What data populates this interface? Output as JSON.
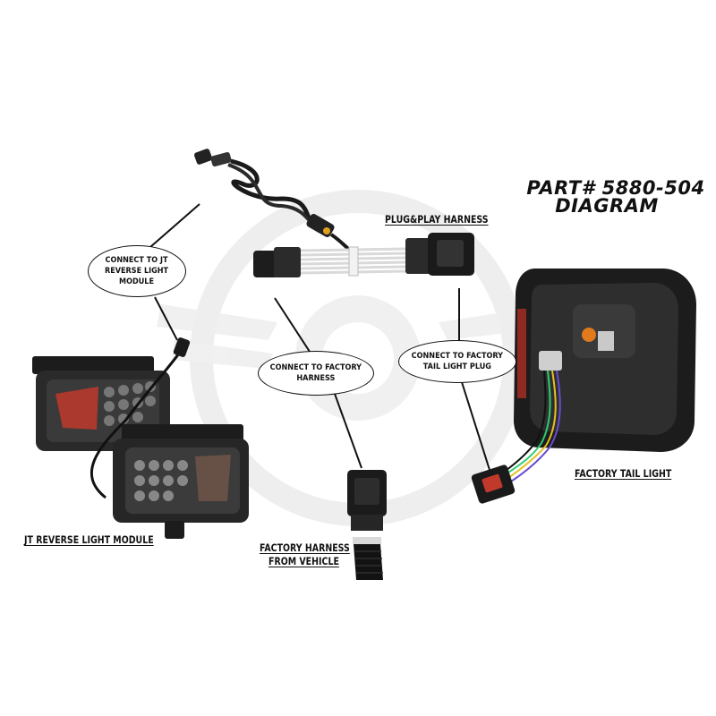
{
  "title": {
    "line1": "PART# 5880-504",
    "line2": "DIAGRAM"
  },
  "labels": {
    "plug_play_harness": "PLUG&PLAY HARNESS",
    "factory_tail_light": "FACTORY TAIL LIGHT",
    "jt_reverse_module": "JT REVERSE LIGHT MODULE",
    "factory_harness_line1": "FACTORY HARNESS",
    "factory_harness_line2": "FROM VEHICLE"
  },
  "bubbles": {
    "reverse_module": "CONNECT TO JT\nREVERSE LIGHT\nMODULE",
    "factory_harness": "CONNECT TO FACTORY\nHARNESS",
    "tail_light_plug": "CONNECT TO FACTORY\nTAIL LIGHT PLUG"
  },
  "colors": {
    "ink": "#111111",
    "watermark": "#ececec",
    "housing": "#1c1c1c",
    "amber": "#e07a1c",
    "red_lens": "#c0392b"
  }
}
